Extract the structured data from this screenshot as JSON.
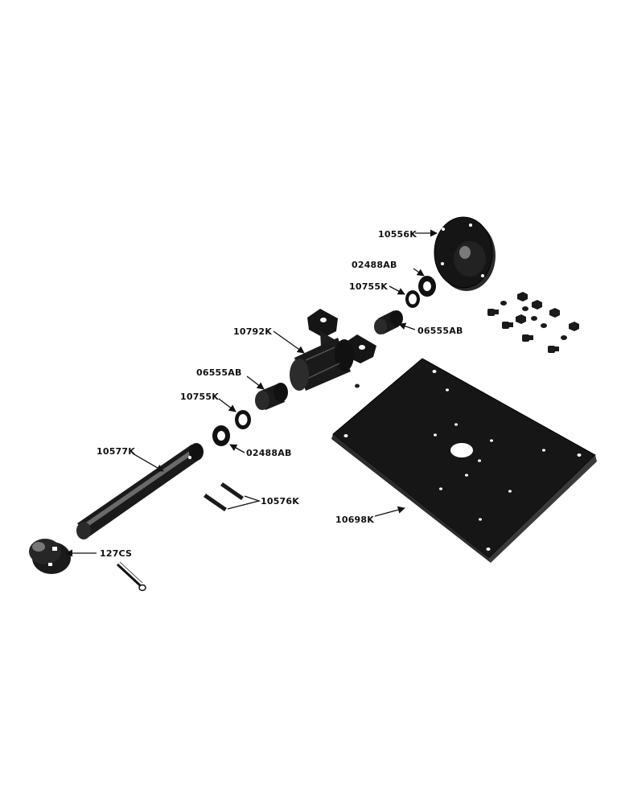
{
  "diagram": {
    "colors": {
      "ink": "#111111",
      "paper": "#ffffff",
      "part": "#1a1a1a",
      "highlight": "#8a8a8a"
    },
    "labels": {
      "hub_10556k": "10556K",
      "washer_02488ab_top": "02488AB",
      "washer_10755k_top": "10755K",
      "bushing_06555ab_right": "06555AB",
      "bracket_10792k": "10792K",
      "bushing_06555ab_left": "06555AB",
      "washer_10755k_left": "10755K",
      "washer_02488ab_left": "02488AB",
      "shaft_10577k": "10577K",
      "pins_10576k": "10576K",
      "plate_10698k": "10698K",
      "collar_127cs": "127CS"
    }
  }
}
